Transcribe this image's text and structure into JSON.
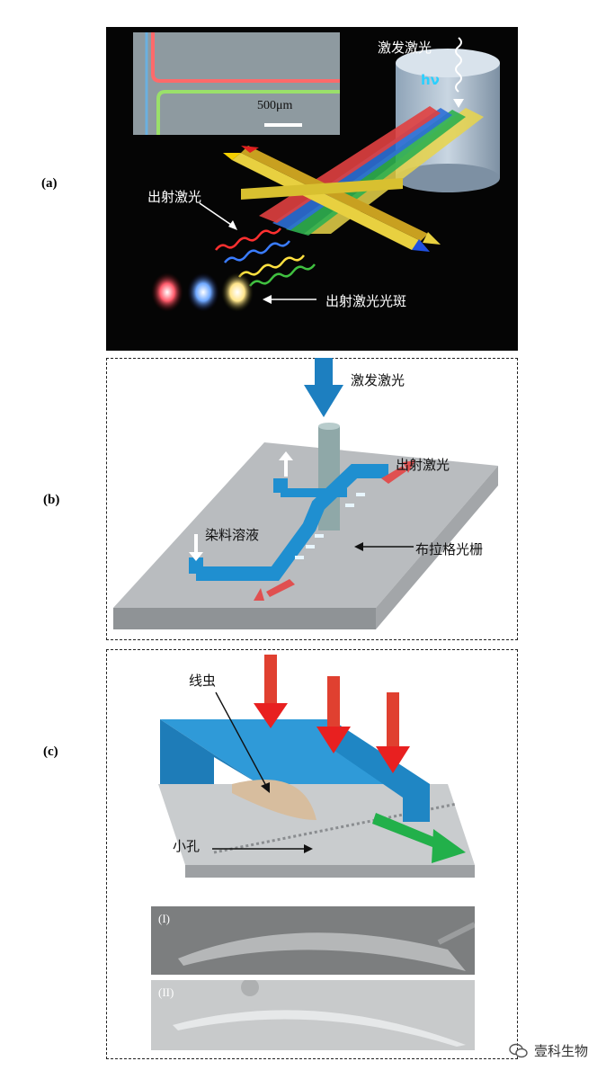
{
  "panels": {
    "a": {
      "letter": "(a)",
      "scale_bar": "500μm",
      "photon": "hν",
      "labels": {
        "excitation": "激发激光",
        "emission": "出射激光",
        "spots": "出射激光光斑"
      }
    },
    "b": {
      "letter": "(b)",
      "labels": {
        "excitation": "激发激光",
        "emission": "出射激光",
        "dye": "染料溶液",
        "grating": "布拉格光栅"
      }
    },
    "c": {
      "letter": "(c)",
      "labels": {
        "worm": "线虫",
        "hole": "小孔",
        "image1": "(I)",
        "image2": "(II)"
      }
    }
  },
  "watermark": {
    "text": "壹科生物",
    "icon": "wechat-icon"
  },
  "colors": {
    "panel_a_background": "#050505",
    "chip_gray": "#b9bcbf",
    "channel_blue": "#1f8fd0",
    "laser_red": "#e02020",
    "laser_green": "#22b04a"
  }
}
